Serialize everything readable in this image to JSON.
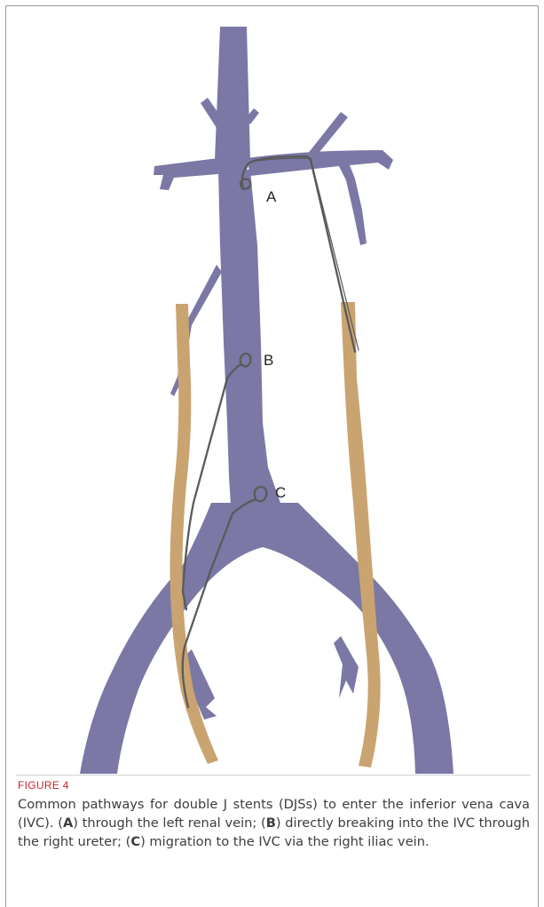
{
  "figure": {
    "label": "FIGURE 4",
    "markers": {
      "a": "A",
      "b": "B",
      "c": "C"
    },
    "caption": {
      "lead": "Common pathways for double J stents (DJSs) to enter the inferior vena cava (IVC). (",
      "a_letter": "A",
      "a_text": ") through the left renal vein; (",
      "b_letter": "B",
      "b_text": ") directly breaking into the IVC through the right ureter; (",
      "c_letter": "C",
      "c_text": ") migration to the IVC via the right iliac vein."
    }
  },
  "colors": {
    "vein": "#7b78a6",
    "ureter": "#c9a470",
    "stent": "#5a5a5a",
    "label_accent": "#c8262f",
    "caption_text": "#3d3d3d"
  }
}
